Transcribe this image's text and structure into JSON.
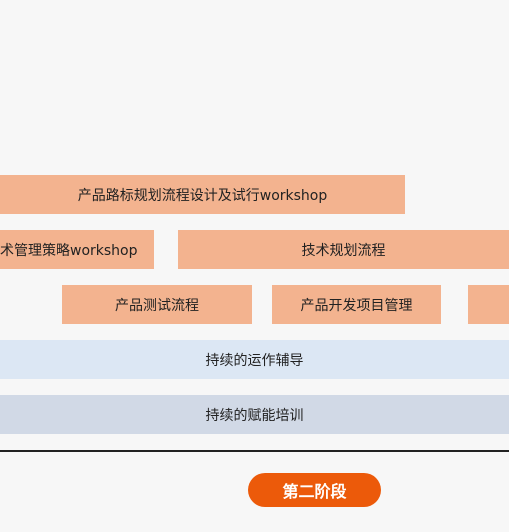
{
  "rows": {
    "roadmap": {
      "label": "产品路标规划流程设计及试行workshop"
    },
    "tech_strategy": {
      "label": "术管理策略workshop"
    },
    "tech_planning": {
      "label": "技术规划流程"
    },
    "product_testing": {
      "label": "产品测试流程"
    },
    "product_dev": {
      "label": "产品开发项目管理"
    },
    "operations_coaching": {
      "label": "持续的运作辅导"
    },
    "enablement_training": {
      "label": "持续的赋能培训"
    }
  },
  "stage": {
    "label": "第二阶段"
  },
  "colors": {
    "orange_block": "#f3b38f",
    "blue_band": "#dce7f4",
    "slate_band": "#d1d9e6",
    "stage_pill": "#ec5a0a"
  }
}
